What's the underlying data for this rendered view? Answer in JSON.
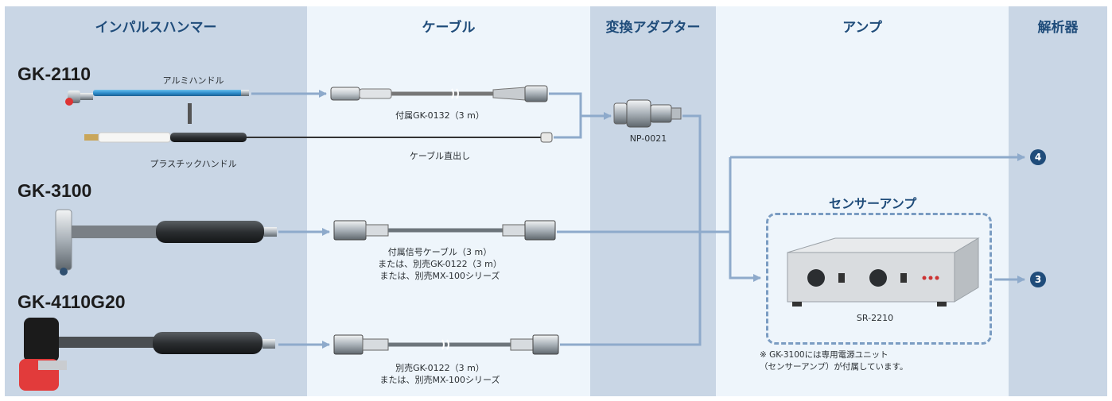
{
  "columns": {
    "impulse_hammer": "インパルスハンマー",
    "cable": "ケーブル",
    "adapter": "変換アダプター",
    "amp": "アンプ",
    "analyzer": "解析器"
  },
  "hammers": {
    "gk2110": {
      "model": "GK-2110",
      "aluminum_handle": "アルミハンドル",
      "plastic_handle": "プラスチックハンドル"
    },
    "gk3100": {
      "model": "GK-3100"
    },
    "gk4110": {
      "model": "GK-4110G20"
    }
  },
  "cables": {
    "gk0132": "付属GK-0132（3 m）",
    "direct": "ケーブル直出し",
    "signal": [
      "付属信号ケーブル（3 m）",
      "または、別売GK-0122（3 m）",
      "または、別売MX-100シリーズ"
    ],
    "gk0122": [
      "別売GK-0122（3 m）",
      "または、別売MX-100シリーズ"
    ]
  },
  "adapter": {
    "model": "NP-0021"
  },
  "amp": {
    "title": "センサーアンプ",
    "model": "SR-2210",
    "note": [
      "※ GK-3100には専用電源ユニット",
      "（センサーアンプ）が付属しています。"
    ]
  },
  "outputs": {
    "top": "4",
    "bottom": "3"
  },
  "colors": {
    "column_dark": "#c9d6e5",
    "column_light": "#eef5fb",
    "heading": "#1f4c7a",
    "line": "#8eaacb",
    "hammer_blue": "#2f8fcd"
  }
}
